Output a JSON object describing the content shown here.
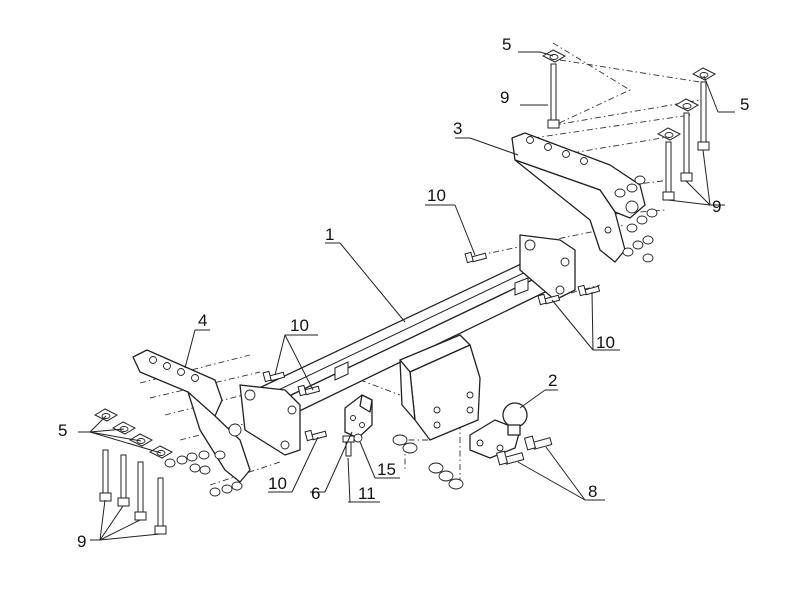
{
  "callouts": {
    "main_beam": "1",
    "tow_ball": "2",
    "right_bracket": "3",
    "left_bracket": "4",
    "washer_plate": "5",
    "socket_plate": "6",
    "hex_bolt_kit": "8",
    "long_bolt": "9",
    "short_bolt": "10",
    "small_bolt": "11",
    "nut_washer": "15"
  },
  "colors": {
    "line": "#222222",
    "background": "#ffffff"
  }
}
